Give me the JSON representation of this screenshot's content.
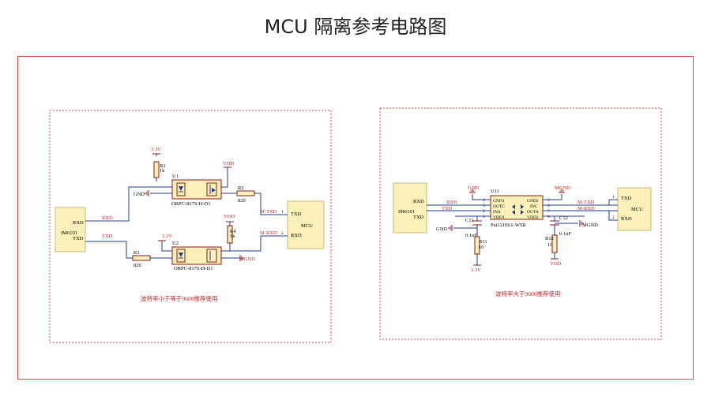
{
  "title": "MCU 隔离参考电路图",
  "colors": {
    "frame": "#d84a4a",
    "wire": "#1f3c8c",
    "component": "#8b1a1a",
    "module_fill": "#fcf1b8",
    "net_label": "#c0282a",
    "chip_fill": "#fcf1b8"
  },
  "left": {
    "caption": "波特率小于等于9600推荐使用",
    "im_module": {
      "name": "IM6101",
      "rxd": "RXD",
      "txd": "TXD"
    },
    "mcu_module": {
      "name": "MCU",
      "txd": "TXD",
      "rxd": "RXD"
    },
    "nets": {
      "rxd": "RXD",
      "txd": "TXD",
      "mtxd": "M-TXD",
      "mrxd": "M-RXD",
      "pin1": "1",
      "pin2": "2"
    },
    "u1": {
      "ref": "U1",
      "part": "ORPC-817S-H-D1"
    },
    "u2": {
      "ref": "U2",
      "part": "ORPC-817S-H-D1"
    },
    "r1": {
      "ref": "R1",
      "value": "1k"
    },
    "r2": {
      "ref": "R2",
      "value": "820"
    },
    "r3": {
      "ref": "R3",
      "value": "820"
    },
    "r4": {
      "ref": "R4",
      "value": "1k"
    },
    "power": {
      "v33_top": "3.3V",
      "vdd_top": "VDD",
      "vdd_mid": "VDD",
      "v33_mid": "3.3V",
      "gnd": "GND",
      "mgnd": "MGND"
    }
  },
  "right": {
    "caption": "波特率大于9600推荐使用",
    "im_module": {
      "name": "IM6101",
      "rxd": "RXD",
      "txd": "TXD"
    },
    "mcu_module": {
      "name": "MCU",
      "txd": "TXD",
      "rxd": "RXD"
    },
    "nets": {
      "rxd": "RXD",
      "txd": "TXD",
      "mtxd": "M-TXD",
      "mrxd": "M-RXD",
      "pin1": "1",
      "pin2": "2"
    },
    "u11": {
      "ref": "U11",
      "part": "Pai121E61-W5R",
      "left_pins": [
        "GND1",
        "OUTC",
        "INA",
        "VDD1"
      ],
      "right_pins": [
        "GND2",
        "INC",
        "OUTA",
        "VDD2"
      ],
      "left_nums": [
        "4",
        "3",
        "2",
        "1"
      ],
      "right_nums": [
        "5",
        "6",
        "7",
        "8"
      ]
    },
    "c11": {
      "ref": "C11",
      "value": "0.1uF"
    },
    "c12": {
      "ref": "C12",
      "value": "0.1uF"
    },
    "r11": {
      "ref": "R11",
      "value": "10"
    },
    "r12": {
      "ref": "R12",
      "value": "10"
    },
    "power": {
      "gnd_top": "GND",
      "mgnd_top": "MGND",
      "gnd_cap": "GND",
      "mgnd_cap": "MGND",
      "v33": "3.3V",
      "vdd": "VDD"
    }
  }
}
